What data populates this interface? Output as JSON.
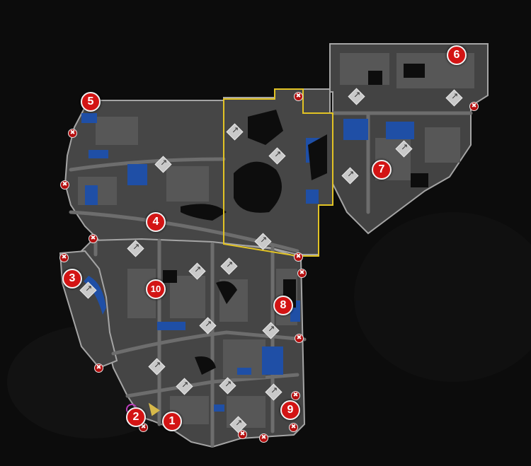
{
  "map": {
    "background": "#0c0c0c",
    "colors": {
      "block": "#4a4a4a",
      "block_dark": "#3b3b3b",
      "street": "#6d6d6d",
      "water": "#1f4fa6",
      "outline": "#a5a5a5",
      "restricted_zone": "#e2c324",
      "marker": "#d31414"
    },
    "markers": [
      {
        "id": "marker-1",
        "label": "1"
      },
      {
        "id": "marker-2",
        "label": "2"
      },
      {
        "id": "marker-3",
        "label": "3"
      },
      {
        "id": "marker-4",
        "label": "4"
      },
      {
        "id": "marker-5",
        "label": "5"
      },
      {
        "id": "marker-6",
        "label": "6"
      },
      {
        "id": "marker-7",
        "label": "7"
      },
      {
        "id": "marker-8",
        "label": "8"
      },
      {
        "id": "marker-9",
        "label": "9"
      },
      {
        "id": "marker-10",
        "label": "10"
      }
    ],
    "icons": {
      "turn": "turn-arrow-icon",
      "exit": "no-entry-icon",
      "player": "player-arrow-icon",
      "objective": "objective-ring-icon"
    }
  }
}
